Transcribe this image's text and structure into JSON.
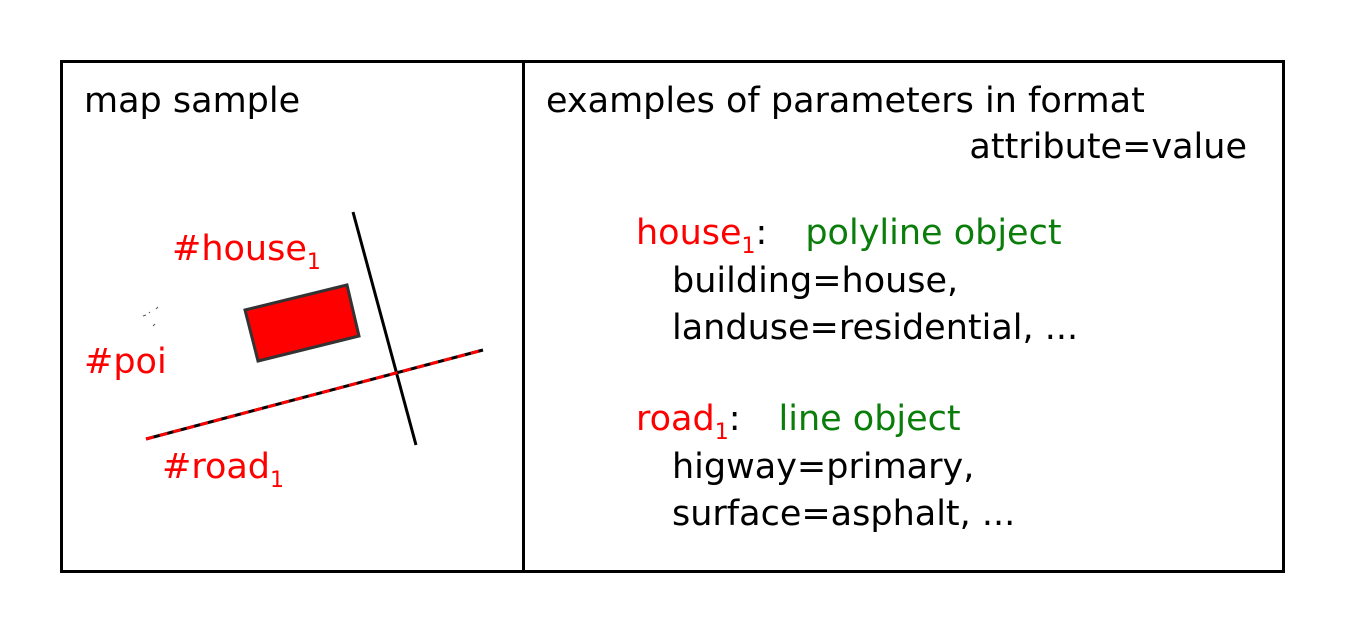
{
  "left_panel": {
    "title": "map sample",
    "labels": {
      "house": "#house",
      "house_sub": "1",
      "poi": "#poi",
      "road": "#road",
      "road_sub": "1"
    }
  },
  "right_panel": {
    "title_line1": "examples of parameters in format",
    "title_line2": "attribute=value",
    "examples": [
      {
        "name": "house",
        "sub": "1",
        "colon": ":",
        "type": "polyline object",
        "lines": [
          "building=house,",
          "landuse=residential, ..."
        ]
      },
      {
        "name": "road",
        "sub": "1",
        "colon": ":",
        "type": "line object",
        "lines": [
          "higway=primary,",
          "surface=asphalt, ..."
        ]
      }
    ]
  },
  "colors": {
    "object_name": "#ff0000",
    "object_type": "#0a7d0a",
    "house_fill": "#ff0000",
    "outline": "#000000"
  }
}
